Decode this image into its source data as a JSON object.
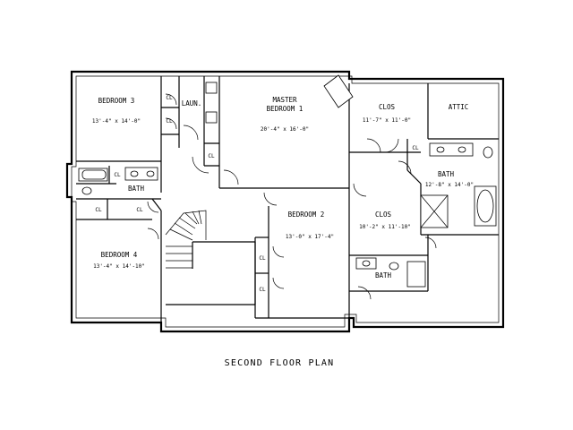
{
  "title": "SECOND FLOOR PLAN",
  "rooms": {
    "bedroom3": {
      "name": "BEDROOM 3",
      "dim": "13'-4\" x 14'-0\""
    },
    "laundry": {
      "name": "LAUN."
    },
    "master": {
      "name_line1": "MASTER",
      "name_line2": "BEDROOM 1",
      "dim": "20'-4\" x 16'-0\""
    },
    "closet_master": {
      "name": "CLOS",
      "dim": "11'-7\" x 11'-0\""
    },
    "attic": {
      "name": "ATTIC"
    },
    "bath_master": {
      "name": "BATH",
      "dim": "12'-8\" x 14'-0\""
    },
    "bath_hall": {
      "name": "BATH"
    },
    "bedroom2": {
      "name": "BEDROOM 2",
      "dim": "13'-0\" x 17'-4\""
    },
    "closet2": {
      "name": "CLOS",
      "dim": "10'-2\" x 11'-10\""
    },
    "bedroom4": {
      "name": "BEDROOM 4",
      "dim": "13'-4\" x 14'-10\""
    },
    "bath_small": {
      "name": "BATH"
    }
  },
  "closet_label": "CL"
}
